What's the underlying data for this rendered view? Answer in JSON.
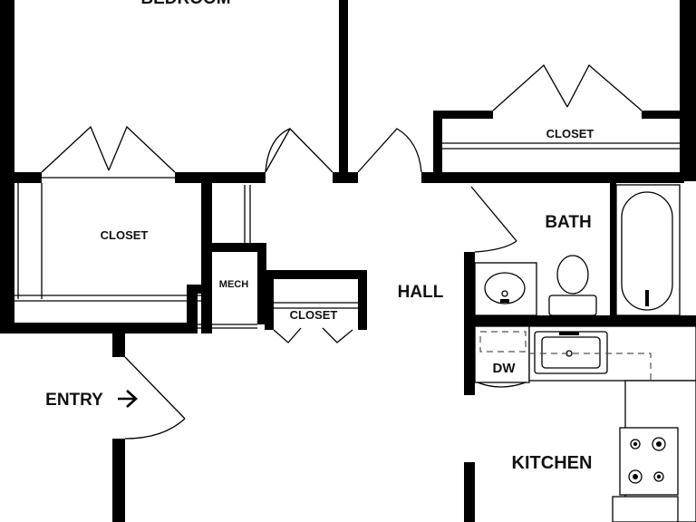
{
  "rooms": {
    "bedroom": "BEDROOM",
    "closet_left": "CLOSET",
    "closet_top_right": "CLOSET",
    "closet_hall": "CLOSET",
    "mech": "MECH",
    "hall": "HALL",
    "bath": "BATH",
    "dw": "DW",
    "kitchen": "KITCHEN",
    "entry": "ENTRY"
  },
  "icons": {
    "entry_arrow": "arrow-right-icon"
  },
  "colors": {
    "wall": "#000000",
    "background": "#ffffff"
  }
}
